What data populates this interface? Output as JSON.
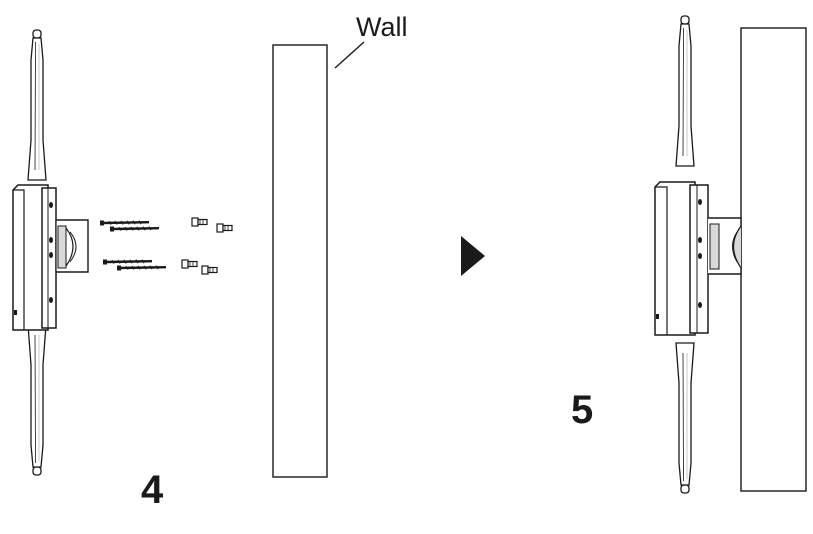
{
  "labels": {
    "wall": "Wall",
    "step_4": "4",
    "step_5": "5"
  },
  "colors": {
    "line": "#1a1a1a",
    "device_fill": "#ffffff",
    "shade": "#d9d9d9",
    "arrow": "#1a1a1a"
  },
  "icons": {
    "next_step": "right-triangle-arrow",
    "screws": "screw-icon",
    "anchors": "wall-anchor-icon"
  }
}
